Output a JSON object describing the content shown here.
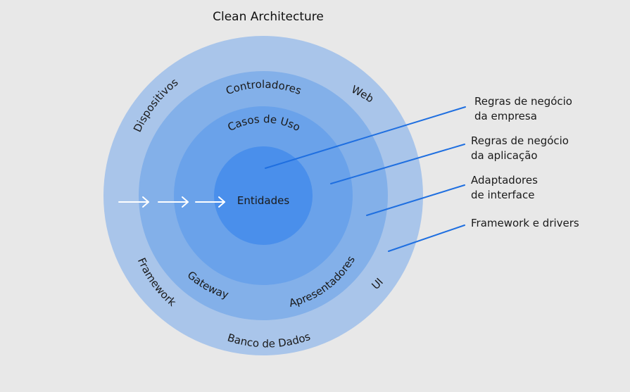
{
  "title": "Clean Architecture",
  "rings": {
    "outer": [
      "Dispositivos",
      "Web",
      "UI",
      "Banco de Dados",
      "Framework"
    ],
    "adapters": [
      "Controladores",
      "Gateway",
      "Apresentadores"
    ],
    "usecases": "Casos de Uso",
    "core": "Entidades"
  },
  "legend": [
    {
      "line1": "Regras de negócio",
      "line2": "da empresa"
    },
    {
      "line1": "Regras de negócio",
      "line2": "da aplicação"
    },
    {
      "line1": "Adaptadores",
      "line2": "de interface"
    },
    {
      "line1": "Framework e drivers",
      "line2": ""
    }
  ],
  "colors": {
    "ring_outer": "#a9c5ea",
    "ring_adapters": "#83b0e9",
    "ring_usecases": "#6aa2ea",
    "ring_core": "#4a8feb",
    "pointer": "#1f6fe0",
    "arrow": "#ffffff",
    "background": "#e8e8e8"
  }
}
